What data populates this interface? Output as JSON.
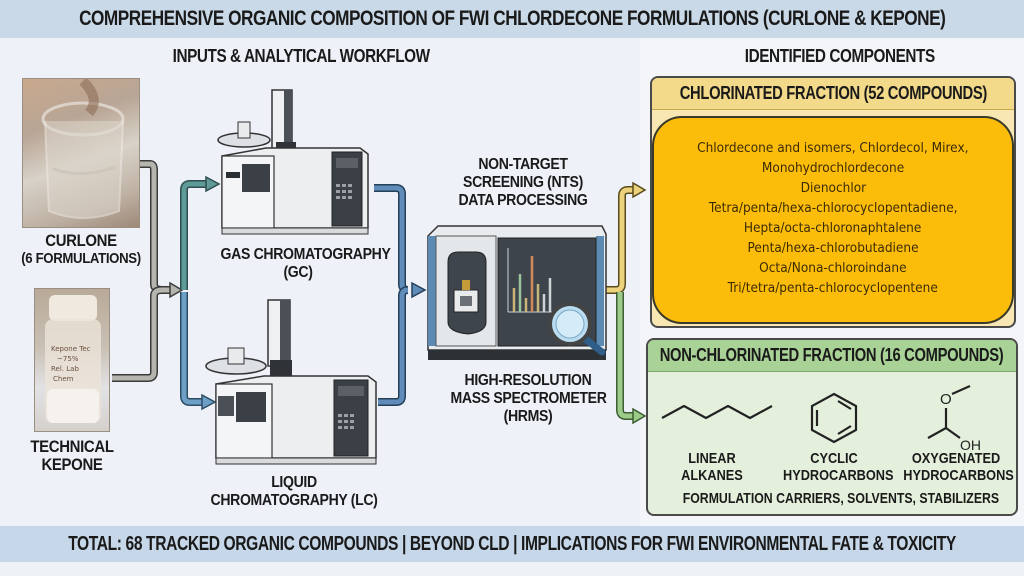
{
  "title": "COMPREHENSIVE ORGANIC COMPOSITION OF FWI CHLORDECONE FORMULATIONS (CURLONE & KEPONE)",
  "left_section": {
    "heading": "INPUTS & ANALYTICAL WORKFLOW",
    "inputs": [
      {
        "name_line1": "CURLONE",
        "name_line2": "(6 FORMULATIONS)",
        "image": "jar-photo"
      },
      {
        "name_line1": "TECHNICAL",
        "name_line2": "KEPONE",
        "image": "vial-photo",
        "vial_text": [
          "Kepone Tec",
          "~75%",
          "Rel. Lab",
          "Chem"
        ]
      }
    ],
    "instruments": [
      {
        "line1": "GAS CHROMATOGRAPHY",
        "line2": "(GC)"
      },
      {
        "line1": "LIQUID",
        "line2": "CHROMATOGRAPHY (LC)"
      }
    ],
    "nts": {
      "line1": "NON-TARGET",
      "line2": "SCREENING (NTS)",
      "line3": "DATA PROCESSING"
    },
    "hrms": {
      "line1": "HIGH-RESOLUTION",
      "line2": "MASS SPECTROMETER",
      "line3": "(HRMS)"
    }
  },
  "right_section": {
    "heading": "IDENTIFIED COMPONENTS",
    "chlorinated": {
      "title": "CHLORINATED FRACTION (52 COMPOUNDS)",
      "items": [
        "Chlordecone and isomers, Chlordecol, Mirex,",
        "Monohydrochlordecone",
        "Dienochlor",
        "Tetra/penta/hexa-chlorocyclopentadiene,",
        "Hepta/octa-chloronaphtalene",
        "Penta/hexa-chlorobutadiene",
        "Octa/Nona-chloroindane",
        "Tri/tetra/penta-chlorocyclopentene"
      ]
    },
    "non_chlorinated": {
      "title": "NON-CHLORINATED FRACTION (16 COMPOUNDS)",
      "classes": [
        {
          "line1": "LINEAR",
          "line2": "ALKANES",
          "structure": "hexane-skeletal"
        },
        {
          "line1": "CYCLIC",
          "line2": "HYDROCARBONS",
          "structure": "benzene-ring"
        },
        {
          "line1": "OXYGENATED",
          "line2": "HYDROCARBONS",
          "structure": "methoxy-ethanol"
        }
      ],
      "oh_label": "OH",
      "o_label": "O",
      "footer": "FORMULATION CARRIERS, SOLVENTS, STABILIZERS"
    }
  },
  "footer": "TOTAL: 68 TRACKED ORGANIC COMPOUNDS | BEYOND CLD | IMPLICATIONS FOR FWI ENVIRONMENTAL FATE & TOXICITY",
  "colors": {
    "title_bar": "#c9d9e8",
    "input_arrow": "#a9a9a2",
    "gc_arrow": "#5e9a98",
    "lc_arrow": "#6e9fc6",
    "hrms_arrow": "#5f8cb8",
    "chlorinated_arrow": "#ecd27c",
    "non_chlorinated_arrow": "#9ccb8a",
    "chlorinated_fill": "#fcbd0a",
    "non_chlorinated_fill": "#e4f0dc"
  }
}
